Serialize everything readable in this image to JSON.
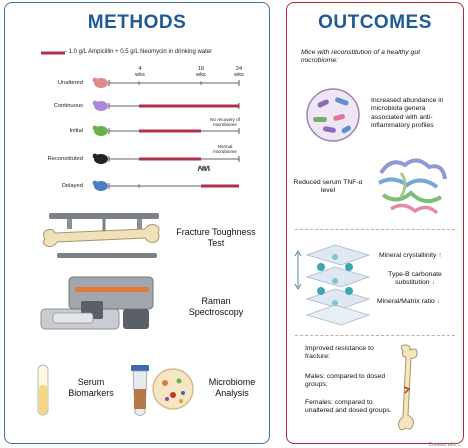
{
  "methods": {
    "title": "METHODS",
    "legend_text": "- 1.0 g/L Ampicillin + 0.5 g/L Neomycin in drinking water",
    "weeks": [
      {
        "num": "4",
        "unit": "wks"
      },
      {
        "num": "16",
        "unit": "wks"
      },
      {
        "num": "24",
        "unit": "wks"
      }
    ],
    "groups": [
      "Unaltered",
      "Continuous",
      "Initial",
      "Reconstituted",
      "Delayed"
    ],
    "no_recovery_note": "No recovery of microbiome",
    "normal_note": "Normal microbiome",
    "fmt_label": "FMT",
    "tests": {
      "fracture": "Fracture Toughness Test",
      "raman": "Raman Spectroscopy",
      "serum": "Serum Biomarkers",
      "microbiome": "Microbiome Analysis"
    }
  },
  "outcomes": {
    "title": "OUTCOMES",
    "subtitle": "Mice with reconstitution of a healthy gut microbiome:",
    "microbiota": "Increased abundance in microbiota genera associated with anti-inflammatory profiles",
    "tnf": "Reduced serum TNF-α level",
    "crystallinity": "Mineral crystallinity",
    "carbonate": "Type-B carbonate substitution",
    "ratio": "Mineral/Matrix ratio",
    "resistance": "Improved resistance to fracture:",
    "males": "Males: compared to dosed groups;",
    "females": "Females: compared to unaltered and dosed groups."
  },
  "credit": "Created with ...",
  "colors": {
    "methods_border": "#3e74ad",
    "outcomes_border": "#b32b35",
    "title_blue": "#1f5a96",
    "dosing_bar": "#a8334a",
    "up_arrow": "#c0392b",
    "down_arrow": "#c0392b"
  }
}
